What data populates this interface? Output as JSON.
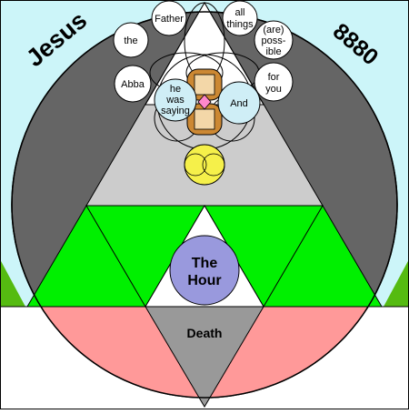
{
  "corner_left": "Jesus",
  "corner_right": "8880",
  "words": {
    "the": "the",
    "father": "Father",
    "all_things_1": "all",
    "all_things_2": "things",
    "are_possible_1": "(are)",
    "are_possible_2": "poss-",
    "are_possible_3": "ible",
    "abba": "Abba",
    "for_you_1": "for",
    "for_you_2": "you",
    "he_was_saying_1": "he",
    "he_was_saying_2": "was",
    "he_was_saying_3": "saying",
    "and": "And"
  },
  "the_hour_1": "The",
  "the_hour_2": "Hour",
  "death": "Death",
  "colors": {
    "sky": "#ccf5f9",
    "dark_circle": "#656565",
    "light_gray": "#cccccc",
    "green": "#00f000",
    "pink": "#ff9999",
    "death_gray": "#999999",
    "hour_purple": "#9999dd",
    "yellow": "#f5f04a",
    "light_blue": "#cfeef6",
    "dark_green": "#55bb11"
  }
}
